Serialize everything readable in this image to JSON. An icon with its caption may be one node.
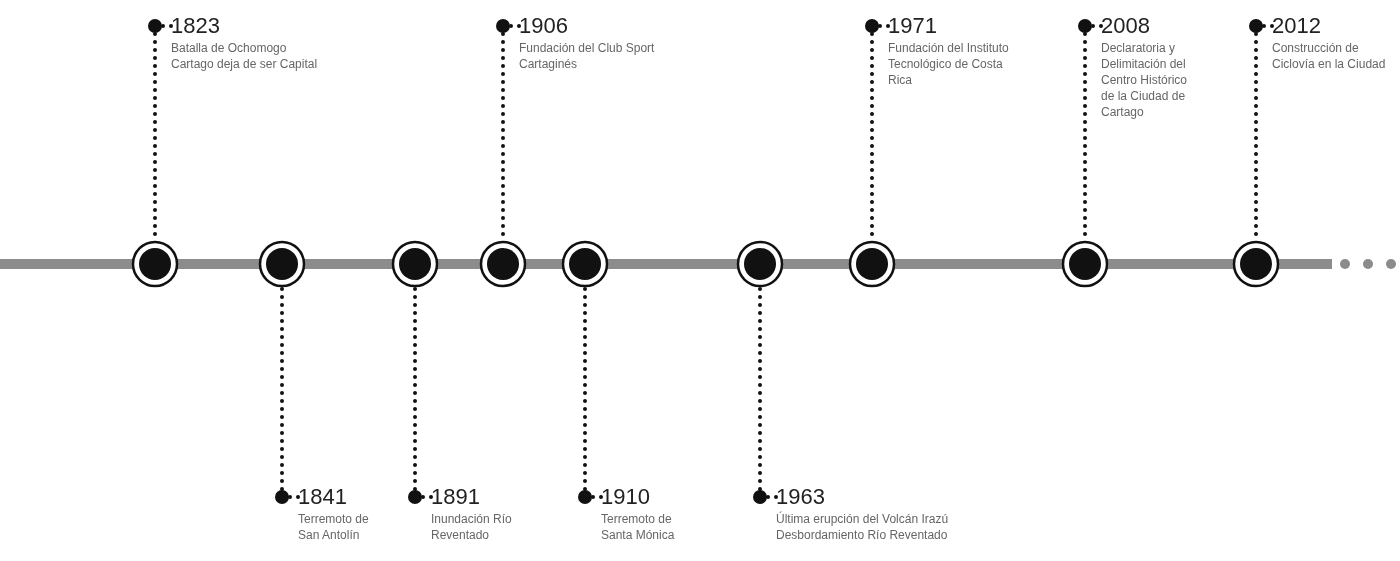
{
  "diagram": {
    "nodes": [
      {
        "text": [
          "1823",
          "Batalla de Ochomogo",
          "Cartago deja de ser Capital"
        ]
      },
      {
        "text": [
          "1841",
          "Terremoto de San Antolín"
        ]
      },
      {
        "text": [
          "1891",
          "Inundación Río Reventado"
        ]
      },
      {
        "text": [
          "1906",
          "Fundación del Club Sport Cartaginés"
        ]
      },
      {
        "text": [
          "1910",
          "Terremoto de Santa Mónica"
        ]
      },
      {
        "text": [
          "1963",
          "Última erupción del Volcán Irazú",
          "Desbordamiento Río Reventado"
        ]
      },
      {
        "text": [
          "1971",
          "Fundación del Instituto Tecnológico de Costa Rica"
        ]
      },
      {
        "text": [
          "2008",
          "Declaratoria y Delimitación del Centro Histórico de la Ciudad de Cartago"
        ]
      },
      {
        "text": [
          "2012",
          "Construcción de Ciclovía en la Ciudad"
        ]
      },
      {
        "text": [],
        "shape": "circle"
      },
      {
        "text": [],
        "shape": "circle"
      },
      {
        "text": [],
        "shape": "circle"
      },
      {
        "text": [],
        "shape": "circle"
      },
      {
        "text": [],
        "shape": "circle"
      },
      {
        "text": [],
        "shape": "circle"
      },
      {
        "text": [],
        "shape": "circle"
      },
      {
        "text": [],
        "shape": "circle"
      },
      {
        "text": [],
        "shape": "circle"
      }
    ],
    "edges": [
      {
        "from": 0,
        "to": 9,
        "arrow": "none"
      },
      {
        "from": 1,
        "to": 10,
        "arrow": "none"
      },
      {
        "from": 2,
        "to": 11,
        "arrow": "none"
      },
      {
        "from": 3,
        "to": 12,
        "arrow": "none"
      },
      {
        "from": 4,
        "to": 13,
        "arrow": "none"
      },
      {
        "from": 5,
        "to": 14,
        "arrow": "none"
      },
      {
        "from": 6,
        "to": 15,
        "arrow": "none"
      },
      {
        "from": 7,
        "to": 16,
        "arrow": "none"
      },
      {
        "from": 8,
        "to": 17,
        "arrow": "none"
      }
    ]
  }
}
